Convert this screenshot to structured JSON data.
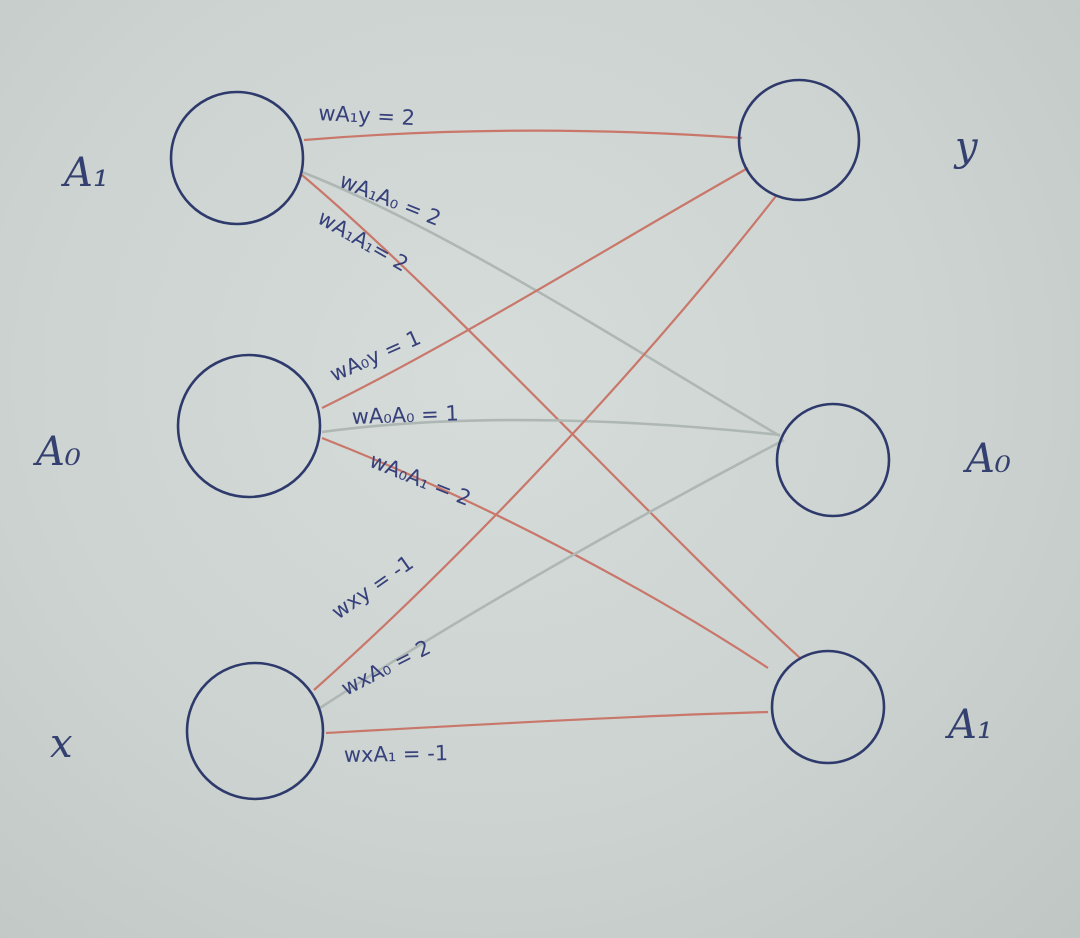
{
  "layers": {
    "input": [
      {
        "id": "in-A1",
        "label": "A₁"
      },
      {
        "id": "in-A0",
        "label": "A₀"
      },
      {
        "id": "in-x",
        "label": "x"
      }
    ],
    "output": [
      {
        "id": "out-y",
        "label": "y"
      },
      {
        "id": "out-A0",
        "label": "A₀"
      },
      {
        "id": "out-A1",
        "label": "A₁"
      }
    ]
  },
  "edges": [
    {
      "from": "in-A1",
      "to": "out-y",
      "weight_label": "wA₁y = 2",
      "color": "red"
    },
    {
      "from": "in-A1",
      "to": "out-A0",
      "weight_label": "wA₁A₀ = 2",
      "color": "gray"
    },
    {
      "from": "in-A1",
      "to": "out-A1",
      "weight_label": "wA₁A₁= 2",
      "color": "red"
    },
    {
      "from": "in-A0",
      "to": "out-y",
      "weight_label": "wA₀y = 1",
      "color": "red"
    },
    {
      "from": "in-A0",
      "to": "out-A0",
      "weight_label": "wA₀A₀ = 1",
      "color": "gray"
    },
    {
      "from": "in-A0",
      "to": "out-A1",
      "weight_label": "wA₀A₁ = 2",
      "color": "red"
    },
    {
      "from": "in-x",
      "to": "out-y",
      "weight_label": "wxy = -1",
      "color": "red"
    },
    {
      "from": "in-x",
      "to": "out-A0",
      "weight_label": "wxA₀ = 2",
      "color": "gray"
    },
    {
      "from": "in-x",
      "to": "out-A1",
      "weight_label": "wxA₁ = -1",
      "color": "red"
    }
  ],
  "colors": {
    "red": "#c9776a",
    "gray": "#aeb7b4",
    "ink": "#2e3a6b"
  }
}
